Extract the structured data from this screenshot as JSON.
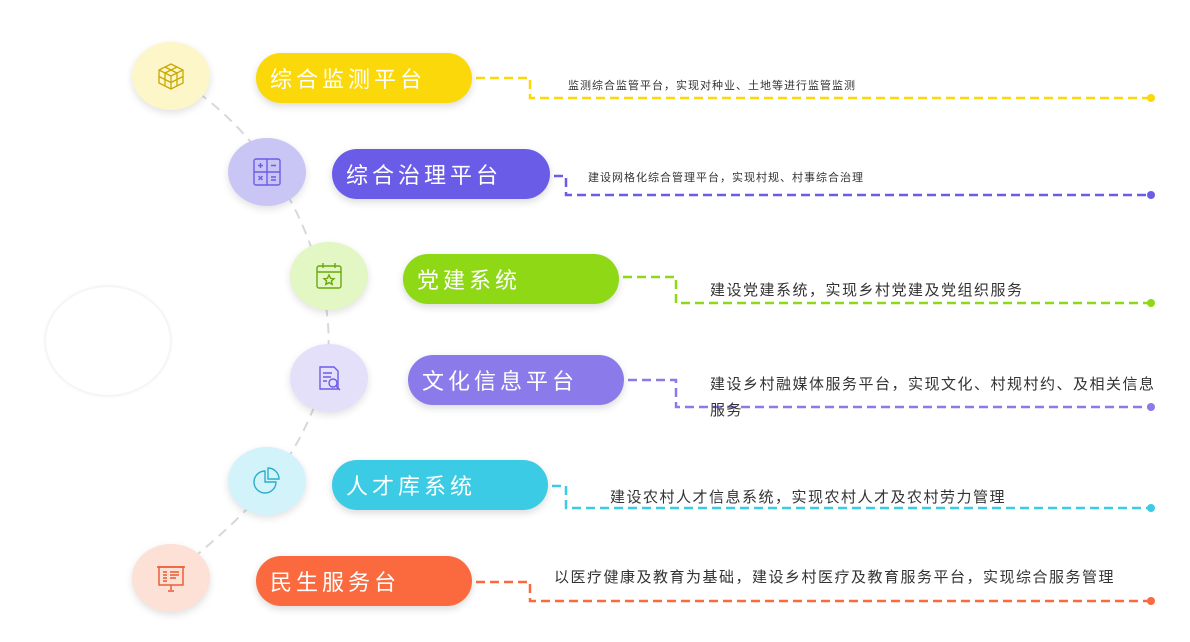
{
  "items": [
    {
      "title": "综合监测平台",
      "desc": "监测综合监管平台，实现对种业、土地等进行监管监测",
      "color": "#FBD80A",
      "light": "#FCF6C8",
      "icon": "cube-grid-icon",
      "iconColor": "#C9A800"
    },
    {
      "title": "综合治理平台",
      "desc": "建设网格化综合管理平台，实现村规、村事综合治理",
      "color": "#6B5CE8",
      "light": "#C9C6F5",
      "icon": "calculator-icon",
      "iconColor": "#6B5CE8"
    },
    {
      "title": "党建系统",
      "desc": "建设党建系统，实现乡村党建及党组织服务",
      "color": "#8ED815",
      "light": "#E2F7C3",
      "icon": "calendar-star-icon",
      "iconColor": "#6BA80A"
    },
    {
      "title": "文化信息平台",
      "desc": "建设乡村融媒体服务平台，实现文化、村规村约、及相关信息服务",
      "color": "#8A7AEA",
      "light": "#E4E0FA",
      "icon": "document-search-icon",
      "iconColor": "#6B5CE8"
    },
    {
      "title": "人才库系统",
      "desc": "建设农村人才信息系统，实现农村人才及农村劳力管理",
      "color": "#3BCBE4",
      "light": "#D3F3FA",
      "icon": "pie-chart-icon",
      "iconColor": "#2BAFC8"
    },
    {
      "title": "民生服务台",
      "desc": "以医疗健康及教育为基础，建设乡村医疗及教育服务平台，实现综合服务管理",
      "color": "#FA6A3E",
      "light": "#FDE0D6",
      "icon": "presentation-board-icon",
      "iconColor": "#E8582E"
    }
  ]
}
